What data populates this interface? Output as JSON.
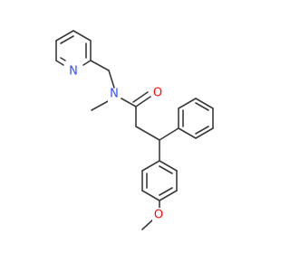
{
  "molecule": {
    "atoms": [
      {
        "id": "N_pyridine",
        "text": "N",
        "color": "#3050F8"
      },
      {
        "id": "N_amide",
        "text": "N",
        "color": "#3050F8"
      },
      {
        "id": "O_carbonyl",
        "text": "O",
        "color": "#FF0D0D"
      },
      {
        "id": "O_methoxy",
        "text": "O",
        "color": "#FF0D0D"
      }
    ],
    "bond_color": "#3a3a3a",
    "background": "#ffffff"
  }
}
